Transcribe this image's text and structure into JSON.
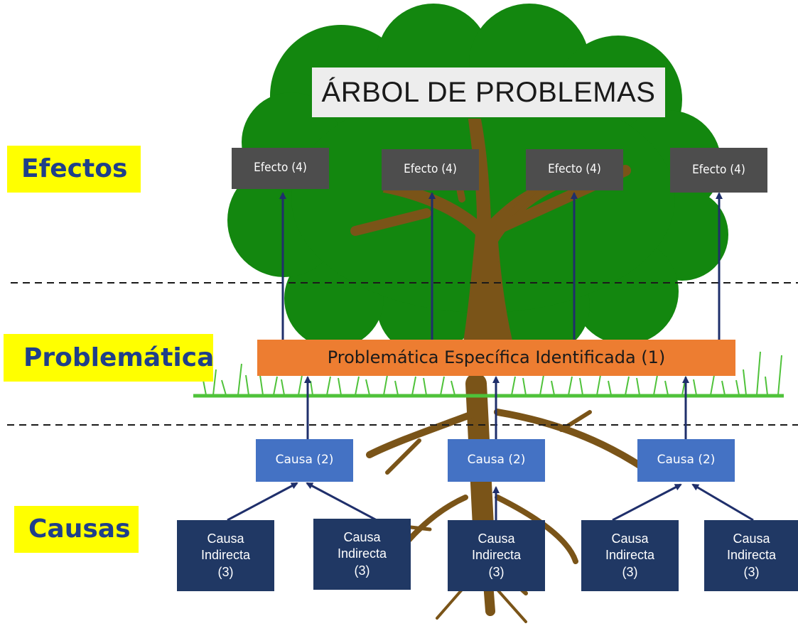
{
  "title": "ÁRBOL DE PROBLEMAS",
  "section_labels": {
    "effects": "Efectos",
    "problem": "Problemática",
    "causes": "Causas"
  },
  "effects": [
    "Efecto (4)",
    "Efecto (4)",
    "Efecto (4)",
    "Efecto (4)"
  ],
  "problem": "Problemática Específica Identificada (1)",
  "causes": [
    "Causa (2)",
    "Causa (2)",
    "Causa (2)"
  ],
  "indirect_causes": [
    "Causa\nIndirecta\n(3)",
    "Causa\nIndirecta\n(3)",
    "Causa\nIndirecta\n(3)",
    "Causa\nIndirecta\n(3)",
    "Causa\nIndirecta\n(3)"
  ],
  "colors": {
    "canopy": "#13870f",
    "trunk": "#7a5418",
    "grass": "#4fc23a",
    "effect_box": "#4d4d4d",
    "problem_box": "#ed7d31",
    "cause_box": "#4472c4",
    "indirect_cause_box": "#203864",
    "arrow": "#1f2f6b",
    "label_background": "#ffff00",
    "label_text": "#1f3f8a"
  },
  "icons": [
    "tree-illustration",
    "grass-illustration",
    "roots-illustration"
  ]
}
